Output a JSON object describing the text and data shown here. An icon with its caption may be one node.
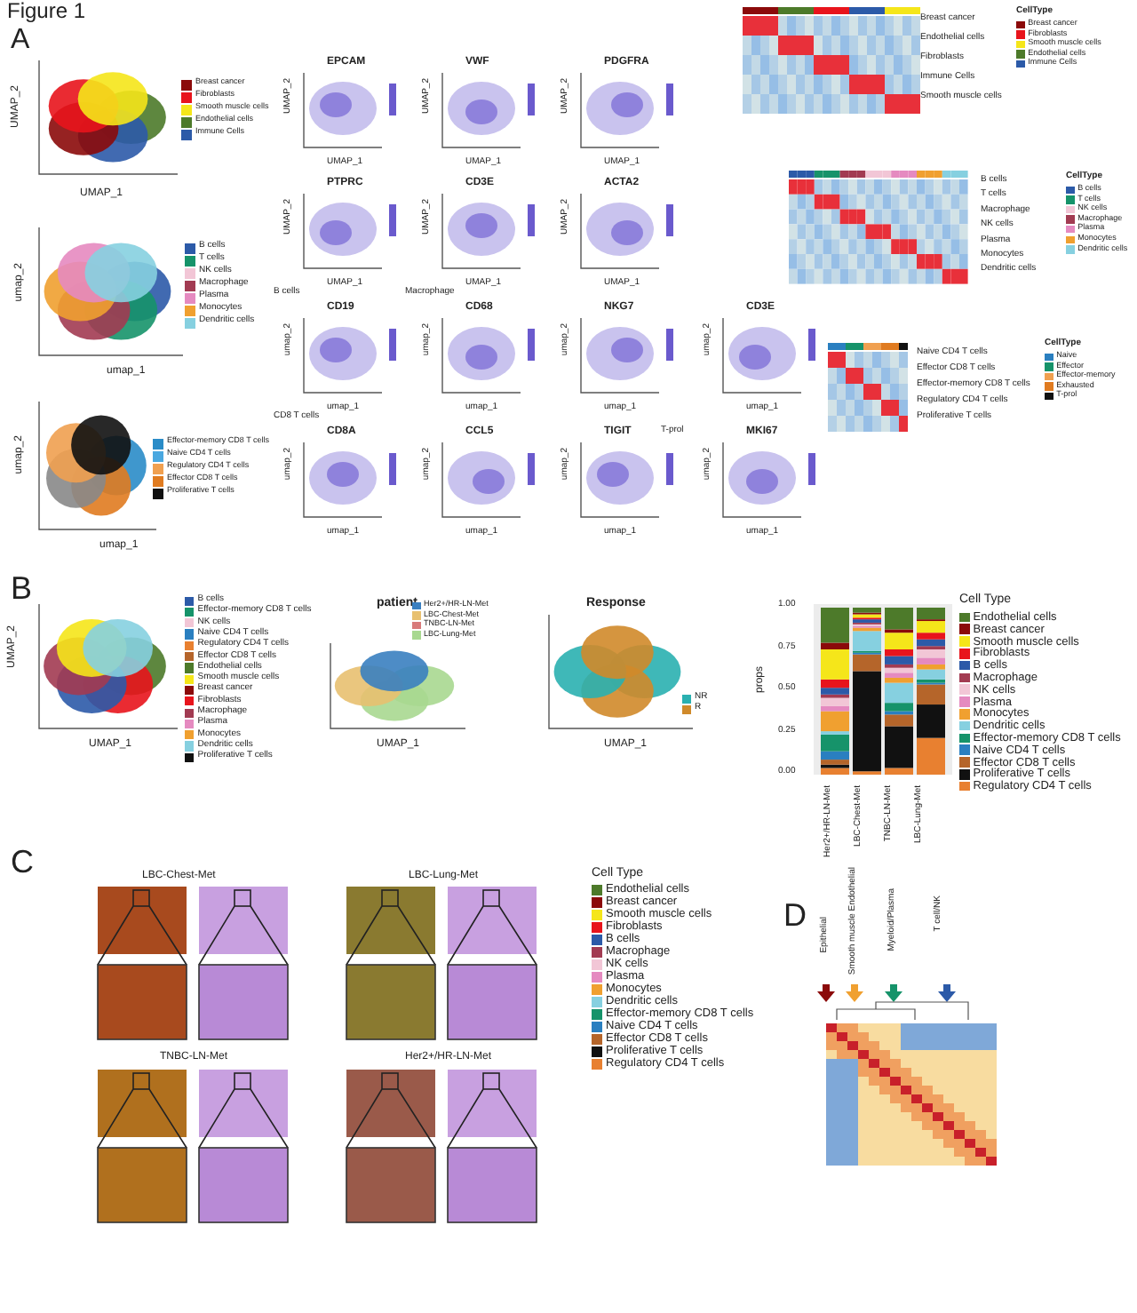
{
  "diagram": {
    "title": "Figure 1",
    "labels": [
      "A",
      "UMAP_2",
      "UMAP_1",
      "umap_2",
      "umap_1",
      "umap_2",
      "umap_1",
      "EPCAM",
      "UMAP_2",
      "UMAP_1",
      "VWF",
      "UMAP_2",
      "UMAP_1",
      "PDGFRA",
      "UMAP_2",
      "UMAP_1",
      "PTPRC",
      "UMAP_2",
      "UMAP_1",
      "CD3E",
      "UMAP_2",
      "UMAP_1",
      "ACTA2",
      "UMAP_2",
      "UMAP_1",
      "B cells",
      "CD19",
      "umap_2",
      "umap_1",
      "Macrophage",
      "CD68",
      "umap_2",
      "umap_1",
      "NKG7",
      "umap_2",
      "umap_1",
      "CD3E",
      "umap_2",
      "umap_1",
      "CD8 T cells",
      "CD8A",
      "umap_2",
      "umap_1",
      "CCL5",
      "umap_2",
      "umap_1",
      "TIGIT",
      "umap_2",
      "umap_1",
      "T-prol",
      "MKI67",
      "umap_2",
      "umap_1",
      "Breast cancer",
      "Endothelial cells",
      "Fibroblasts",
      "Immune Cells",
      "Smooth muscle cells",
      "CellType",
      "B cells",
      "T cells",
      "Macrophage",
      "NK cells",
      "Plasma",
      "Monocytes",
      "Dendritic cells",
      "CellType",
      "Naive CD4 T cells",
      "Effector CD8 T cells",
      "Effector-memory CD8 T cells",
      "Regulatory CD4 T cells",
      "Proliferative T cells",
      "CellType",
      "B",
      "UMAP_2",
      "UMAP_1",
      "patient",
      "UMAP_1",
      "Response",
      "UMAP_1",
      "props",
      "1.00",
      "0.75",
      "0.50",
      "0.25",
      "0.00",
      "Her2+/HR-LN-Met",
      "LBC-Chest-Met",
      "TNBC-LN-Met",
      "LBC-Lung-Met",
      "Cell Type",
      "C",
      "LBC-Chest-Met",
      "LBC-Lung-Met",
      "TNBC-LN-Met",
      "Her2+/HR-LN-Met",
      "Cell Type",
      "D",
      "Epithelial",
      "Smooth muscle Endothelial",
      "Myeloid/Plasma",
      "T cell/NK"
    ],
    "legend": [
      {
        "text": "Breast cancer",
        "color": "#8b0a0a"
      },
      {
        "text": "Fibroblasts",
        "color": "#e8141c"
      },
      {
        "text": "Smooth muscle cells",
        "color": "#f5e61a"
      },
      {
        "text": "Endothelial cells",
        "color": "#4d7a2a"
      },
      {
        "text": "Immune Cells",
        "color": "#2c5aa8"
      },
      {
        "text": "B cells",
        "color": "#2c5aa8"
      },
      {
        "text": "T cells",
        "color": "#16936a"
      },
      {
        "text": "NK cells",
        "color": "#f2c6d6"
      },
      {
        "text": "Macrophage",
        "color": "#a23b52"
      },
      {
        "text": "Plasma",
        "color": "#e58ac0"
      },
      {
        "text": "Monocytes",
        "color": "#f0a030"
      },
      {
        "text": "Dendritic cells",
        "color": "#86d0e0"
      },
      {
        "text": "Effector-memory CD8 T cells",
        "color": "#2a8cc8"
      },
      {
        "text": "Naive CD4 T cells",
        "color": "#4aa8e0"
      },
      {
        "text": "Regulatory CD4 T cells",
        "color": "#f0a050"
      },
      {
        "text": "Effector CD8 T cells",
        "color": "#e07b20"
      },
      {
        "text": "Proliferative T cells",
        "color": "#111111"
      },
      {
        "text": "Breast cancer",
        "color": "#8b0a0a"
      },
      {
        "text": "Fibroblasts",
        "color": "#e8141c"
      },
      {
        "text": "Smooth muscle cells",
        "color": "#f5e61a"
      },
      {
        "text": "Endothelial cells",
        "color": "#4d7a2a"
      },
      {
        "text": "Immune Cells",
        "color": "#2c5aa8"
      },
      {
        "text": "B cells",
        "color": "#2c5aa8"
      },
      {
        "text": "T cells",
        "color": "#16936a"
      },
      {
        "text": "NK cells",
        "color": "#f2c6d6"
      },
      {
        "text": "Macrophage",
        "color": "#a23b52"
      },
      {
        "text": "Plasma",
        "color": "#e58ac0"
      },
      {
        "text": "Monocytes",
        "color": "#f0a030"
      },
      {
        "text": "Dendritic cells",
        "color": "#86d0e0"
      },
      {
        "text": "Naive",
        "color": "#2a7fc0"
      },
      {
        "text": "Effector",
        "color": "#16936a"
      },
      {
        "text": "Effector-memory",
        "color": "#f0a050"
      },
      {
        "text": "Exhausted",
        "color": "#e07b20"
      },
      {
        "text": "T-prol",
        "color": "#111111"
      },
      {
        "text": "B cells",
        "color": "#2c5aa8"
      },
      {
        "text": "Effector-memory CD8 T cells",
        "color": "#16936a"
      },
      {
        "text": "NK cells",
        "color": "#f2c6d6"
      },
      {
        "text": "Naive CD4 T cells",
        "color": "#2a7fc0"
      },
      {
        "text": "Regulatory CD4 T cells",
        "color": "#e88030"
      },
      {
        "text": "Effector CD8 T cells",
        "color": "#b5652a"
      },
      {
        "text": "Endothelial cells",
        "color": "#4d7a2a"
      },
      {
        "text": "Smooth muscle cells",
        "color": "#f5e61a"
      },
      {
        "text": "Breast cancer",
        "color": "#8b0a0a"
      },
      {
        "text": "Fibroblasts",
        "color": "#e8141c"
      },
      {
        "text": "Macrophage",
        "color": "#a23b52"
      },
      {
        "text": "Plasma",
        "color": "#e58ac0"
      },
      {
        "text": "Monocytes",
        "color": "#f0a030"
      },
      {
        "text": "Dendritic cells",
        "color": "#86d0e0"
      },
      {
        "text": "Proliferative T cells",
        "color": "#111111"
      },
      {
        "text": "Her2+/HR-LN-Met",
        "color": "#3a7fc0"
      },
      {
        "text": "LBC-Chest-Met",
        "color": "#e8c070"
      },
      {
        "text": "TNBC-LN-Met",
        "color": "#d87a7a"
      },
      {
        "text": "LBC-Lung-Met",
        "color": "#a8d890"
      },
      {
        "text": "NR",
        "color": "#2ab0b0"
      },
      {
        "text": "R",
        "color": "#d08a2a"
      },
      {
        "text": "Endothelial cells",
        "color": "#4d7a2a"
      },
      {
        "text": "Breast cancer",
        "color": "#8b0a0a"
      },
      {
        "text": "Smooth muscle cells",
        "color": "#f5e61a"
      },
      {
        "text": "Fibroblasts",
        "color": "#e8141c"
      },
      {
        "text": "B cells",
        "color": "#2c5aa8"
      },
      {
        "text": "Macrophage",
        "color": "#a23b52"
      },
      {
        "text": "NK cells",
        "color": "#f2c6d6"
      },
      {
        "text": "Plasma",
        "color": "#e58ac0"
      },
      {
        "text": "Monocytes",
        "color": "#f0a030"
      },
      {
        "text": "Dendritic cells",
        "color": "#86d0e0"
      },
      {
        "text": "Effector-memory CD8 T cells",
        "color": "#16936a"
      },
      {
        "text": "Naive CD4 T cells",
        "color": "#2a7fc0"
      },
      {
        "text": "Effector CD8 T cells",
        "color": "#b5652a"
      },
      {
        "text": "Proliferative T cells",
        "color": "#111111"
      },
      {
        "text": "Regulatory CD4 T cells",
        "color": "#e88030"
      },
      {
        "text": "Endothelial cells",
        "color": "#4d7a2a"
      },
      {
        "text": "Breast cancer",
        "color": "#8b0a0a"
      },
      {
        "text": "Smooth muscle cells",
        "color": "#f5e61a"
      },
      {
        "text": "Fibroblasts",
        "color": "#e8141c"
      },
      {
        "text": "B cells",
        "color": "#2c5aa8"
      },
      {
        "text": "Macrophage",
        "color": "#a23b52"
      },
      {
        "text": "NK cells",
        "color": "#f2c6d6"
      },
      {
        "text": "Plasma",
        "color": "#e58ac0"
      },
      {
        "text": "Monocytes",
        "color": "#f0a030"
      },
      {
        "text": "Dendritic cells",
        "color": "#86d0e0"
      },
      {
        "text": "Effector-memory CD8 T cells",
        "color": "#16936a"
      },
      {
        "text": "Naive CD4 T cells",
        "color": "#2a7fc0"
      },
      {
        "text": "Effector CD8 T cells",
        "color": "#b5652a"
      },
      {
        "text": "Proliferative T cells",
        "color": "#111111"
      },
      {
        "text": "Regulatory CD4 T cells",
        "color": "#e88030"
      }
    ]
  }
}
